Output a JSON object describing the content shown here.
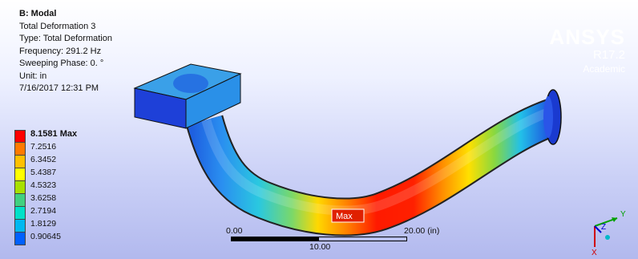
{
  "info": {
    "title": "B: Modal",
    "result": "Total Deformation 3",
    "type": "Type: Total Deformation",
    "frequency": "Frequency: 291.2 Hz",
    "phase": "Sweeping Phase: 0. °",
    "unit": "Unit: in",
    "timestamp": "7/16/2017 12:31 PM"
  },
  "legend": {
    "labels": [
      "8.1581 Max",
      "7.2516",
      "6.3452",
      "5.4387",
      "4.5323",
      "3.6258",
      "2.7194",
      "1.8129",
      "0.90645"
    ],
    "colors": [
      "#ff0000",
      "#ff7a00",
      "#ffc000",
      "#ffff00",
      "#a8e000",
      "#40d080",
      "#00e0c8",
      "#00b8f0",
      "#0060ff"
    ]
  },
  "logo": {
    "brand": "ANSYS",
    "version": "R17.2",
    "edition": "Academic"
  },
  "model": {
    "max_label": "Max"
  },
  "scale": {
    "left": "0.00",
    "mid": "10.00",
    "right": "20.00 (in)"
  },
  "triad": {
    "y": "Y",
    "z": "Z",
    "x": "X"
  }
}
